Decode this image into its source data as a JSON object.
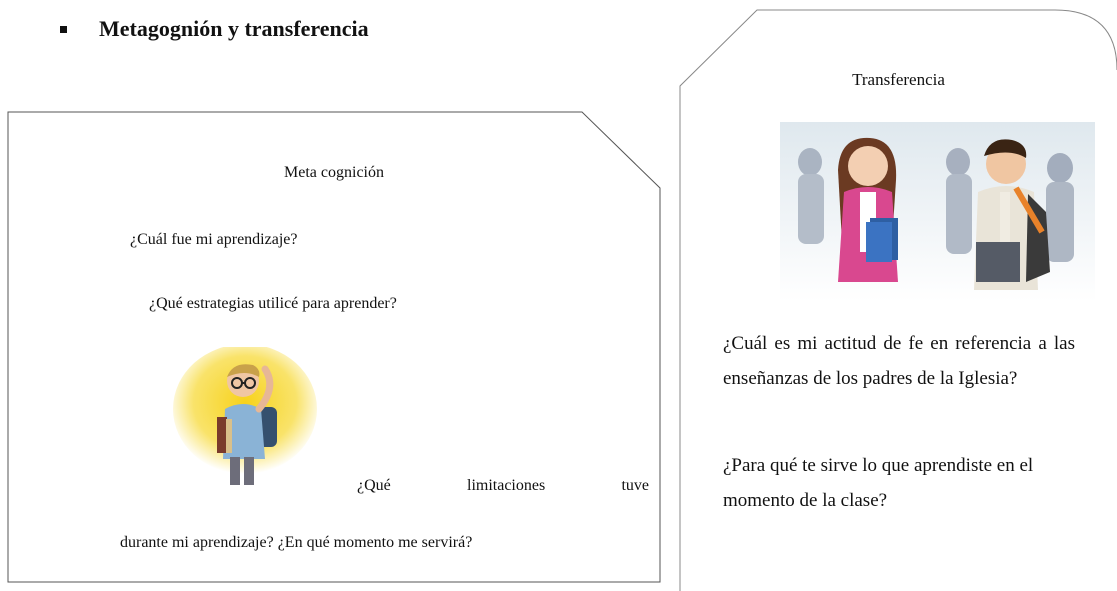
{
  "heading": "Metagognión y transferencia",
  "meta": {
    "title": "Meta cognición",
    "q1": "¿Cuál fue mi aprendizaje?",
    "q2": "¿Qué estrategias utilicé para aprender?",
    "q3_words": [
      "¿Qué",
      "limitaciones",
      "tuve"
    ],
    "q4": "durante mi aprendizaje? ¿En qué momento me servirá?"
  },
  "transfer": {
    "title": "Transferencia",
    "q1": "¿Cuál es mi actitud de fe en referencia a las enseñanzas de los padres de la Iglesia?",
    "q2": "¿Para qué te sirve lo que aprendiste en el momento de la clase?"
  },
  "colors": {
    "border": "#555555",
    "accent": "#f5d22a"
  }
}
